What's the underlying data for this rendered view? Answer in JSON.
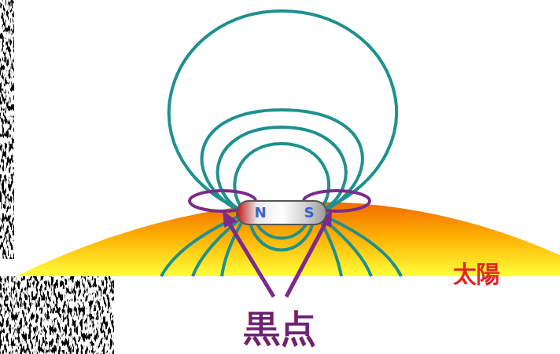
{
  "diagram": {
    "nodes": [
      {
        "text": [
          "N",
          "S"
        ]
      }
    ],
    "labels": [
      "太陽",
      "黒点"
    ]
  }
}
